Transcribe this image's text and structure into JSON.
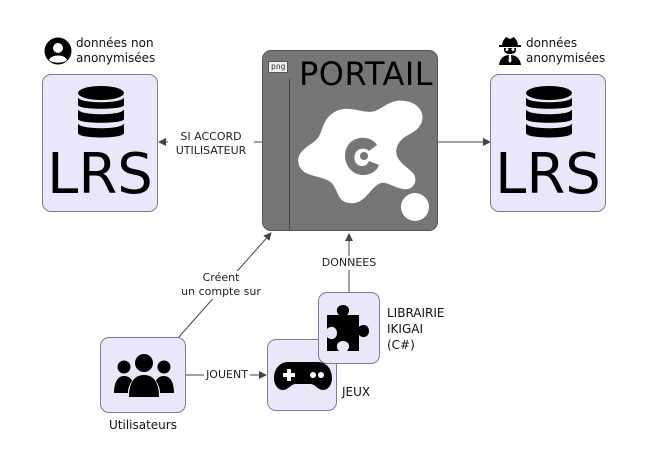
{
  "nodes": {
    "portal": {
      "title": "PORTAIL",
      "tag": "png"
    },
    "lrs_left": {
      "text": "LRS",
      "caption_line1": "données non",
      "caption_line2": "anonymisées"
    },
    "lrs_right": {
      "text": "LRS",
      "caption_line1": "données",
      "caption_line2": "anonymisées"
    },
    "users": {
      "label": "Utilisateurs"
    },
    "games": {
      "label": "JEUX"
    },
    "library": {
      "label_line1": "LIBRAIRIE",
      "label_line2": "IKIGAI",
      "label_line3": "(C#)"
    }
  },
  "edges": {
    "consent_line1": "SI ACCORD",
    "consent_line2": "UTILISATEUR",
    "create_line1": "Créent",
    "create_line2": "un compte sur",
    "data": "DONNEES",
    "play": "JOUENT"
  }
}
